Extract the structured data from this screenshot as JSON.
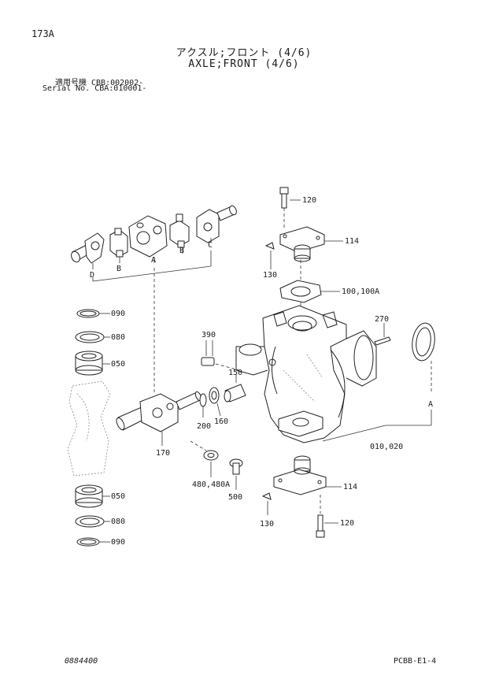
{
  "header": {
    "page_number": "173A",
    "title_jp": "アクスル;フロント (4/6)",
    "title_en": "AXLE;FRONT (4/6)",
    "serial_jp": "適用号機 CBB:002002-",
    "serial_en": "Serial No. CBA:010001-"
  },
  "callouts": {
    "p120_top": "120",
    "p114_top": "114",
    "p130_top": "130",
    "p100": "100,100A",
    "p270": "270",
    "p390": "390",
    "p150": "150",
    "p090_top": "090",
    "p080_top": "080",
    "p050_top": "050",
    "p200": "200",
    "p160": "160",
    "p170": "170",
    "p010": "010,020",
    "p480": "480,480A",
    "p500": "500",
    "p114_bottom": "114",
    "p130_bottom": "130",
    "p120_bottom": "120",
    "p050_bottom": "050",
    "p080_bottom": "080",
    "p090_bottom": "090"
  },
  "ref_letters": {
    "a_top": "A",
    "b_left": "B",
    "b_right": "B",
    "c": "C",
    "d": "D",
    "a_right": "A"
  },
  "footer": {
    "doc_code": "0884400",
    "sheet_code": "PCBB-E1-4"
  }
}
